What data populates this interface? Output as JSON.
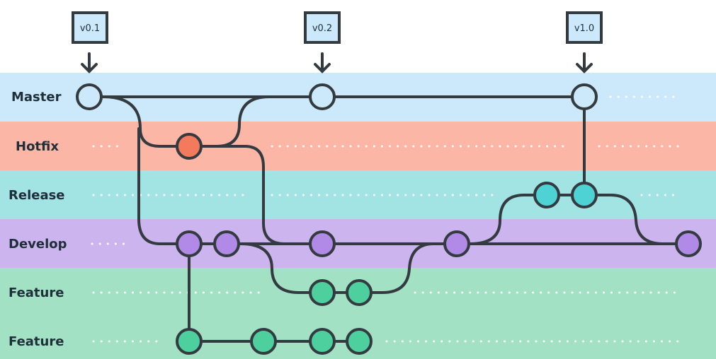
{
  "lanes": [
    {
      "label": "Master",
      "color": "#cce9fb"
    },
    {
      "label": "Hotfix",
      "color": "#fbb6a6"
    },
    {
      "label": "Release",
      "color": "#a2e3e3"
    },
    {
      "label": "Develop",
      "color": "#ccb5ee"
    },
    {
      "label": "Feature",
      "color": "#a2e1c4"
    },
    {
      "label": "Feature",
      "color": "#a2e1c4"
    }
  ],
  "tags": [
    {
      "label": "v0.1"
    },
    {
      "label": "v0.2"
    },
    {
      "label": "v1.0"
    }
  ],
  "colors": {
    "line": "#333a40",
    "tag_fill": "#cce9fb",
    "master_node": "#cce9fb",
    "hotfix_node": "#f37a5c",
    "release_node": "#4fd2d4",
    "develop_node": "#b08ae6",
    "feature_node": "#4dd09e"
  }
}
